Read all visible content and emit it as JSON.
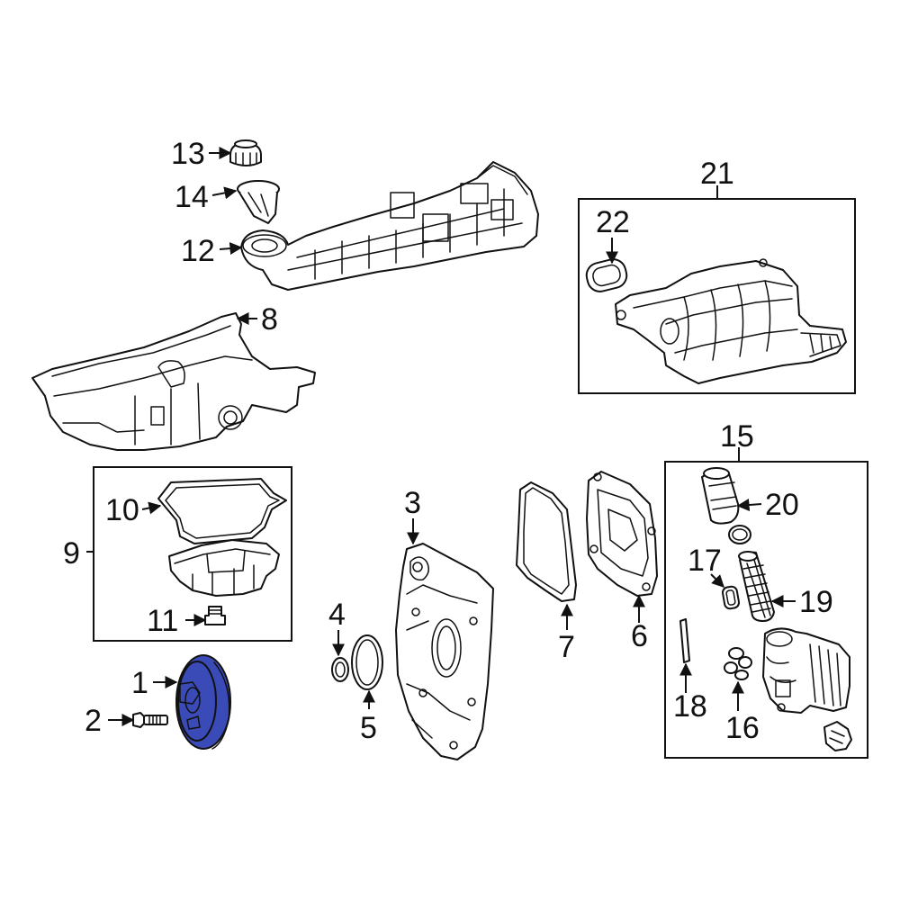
{
  "diagram": {
    "highlight_color": "#3a4bb8",
    "highlighted_part": "1",
    "callouts": {
      "c1": "1",
      "c2": "2",
      "c3": "3",
      "c4": "4",
      "c5": "5",
      "c6": "6",
      "c7": "7",
      "c8": "8",
      "c9": "9",
      "c10": "10",
      "c11": "11",
      "c12": "12",
      "c13": "13",
      "c14": "14",
      "c15": "15",
      "c16": "16",
      "c17": "17",
      "c18": "18",
      "c19": "19",
      "c20": "20",
      "c21": "21",
      "c22": "22"
    }
  }
}
